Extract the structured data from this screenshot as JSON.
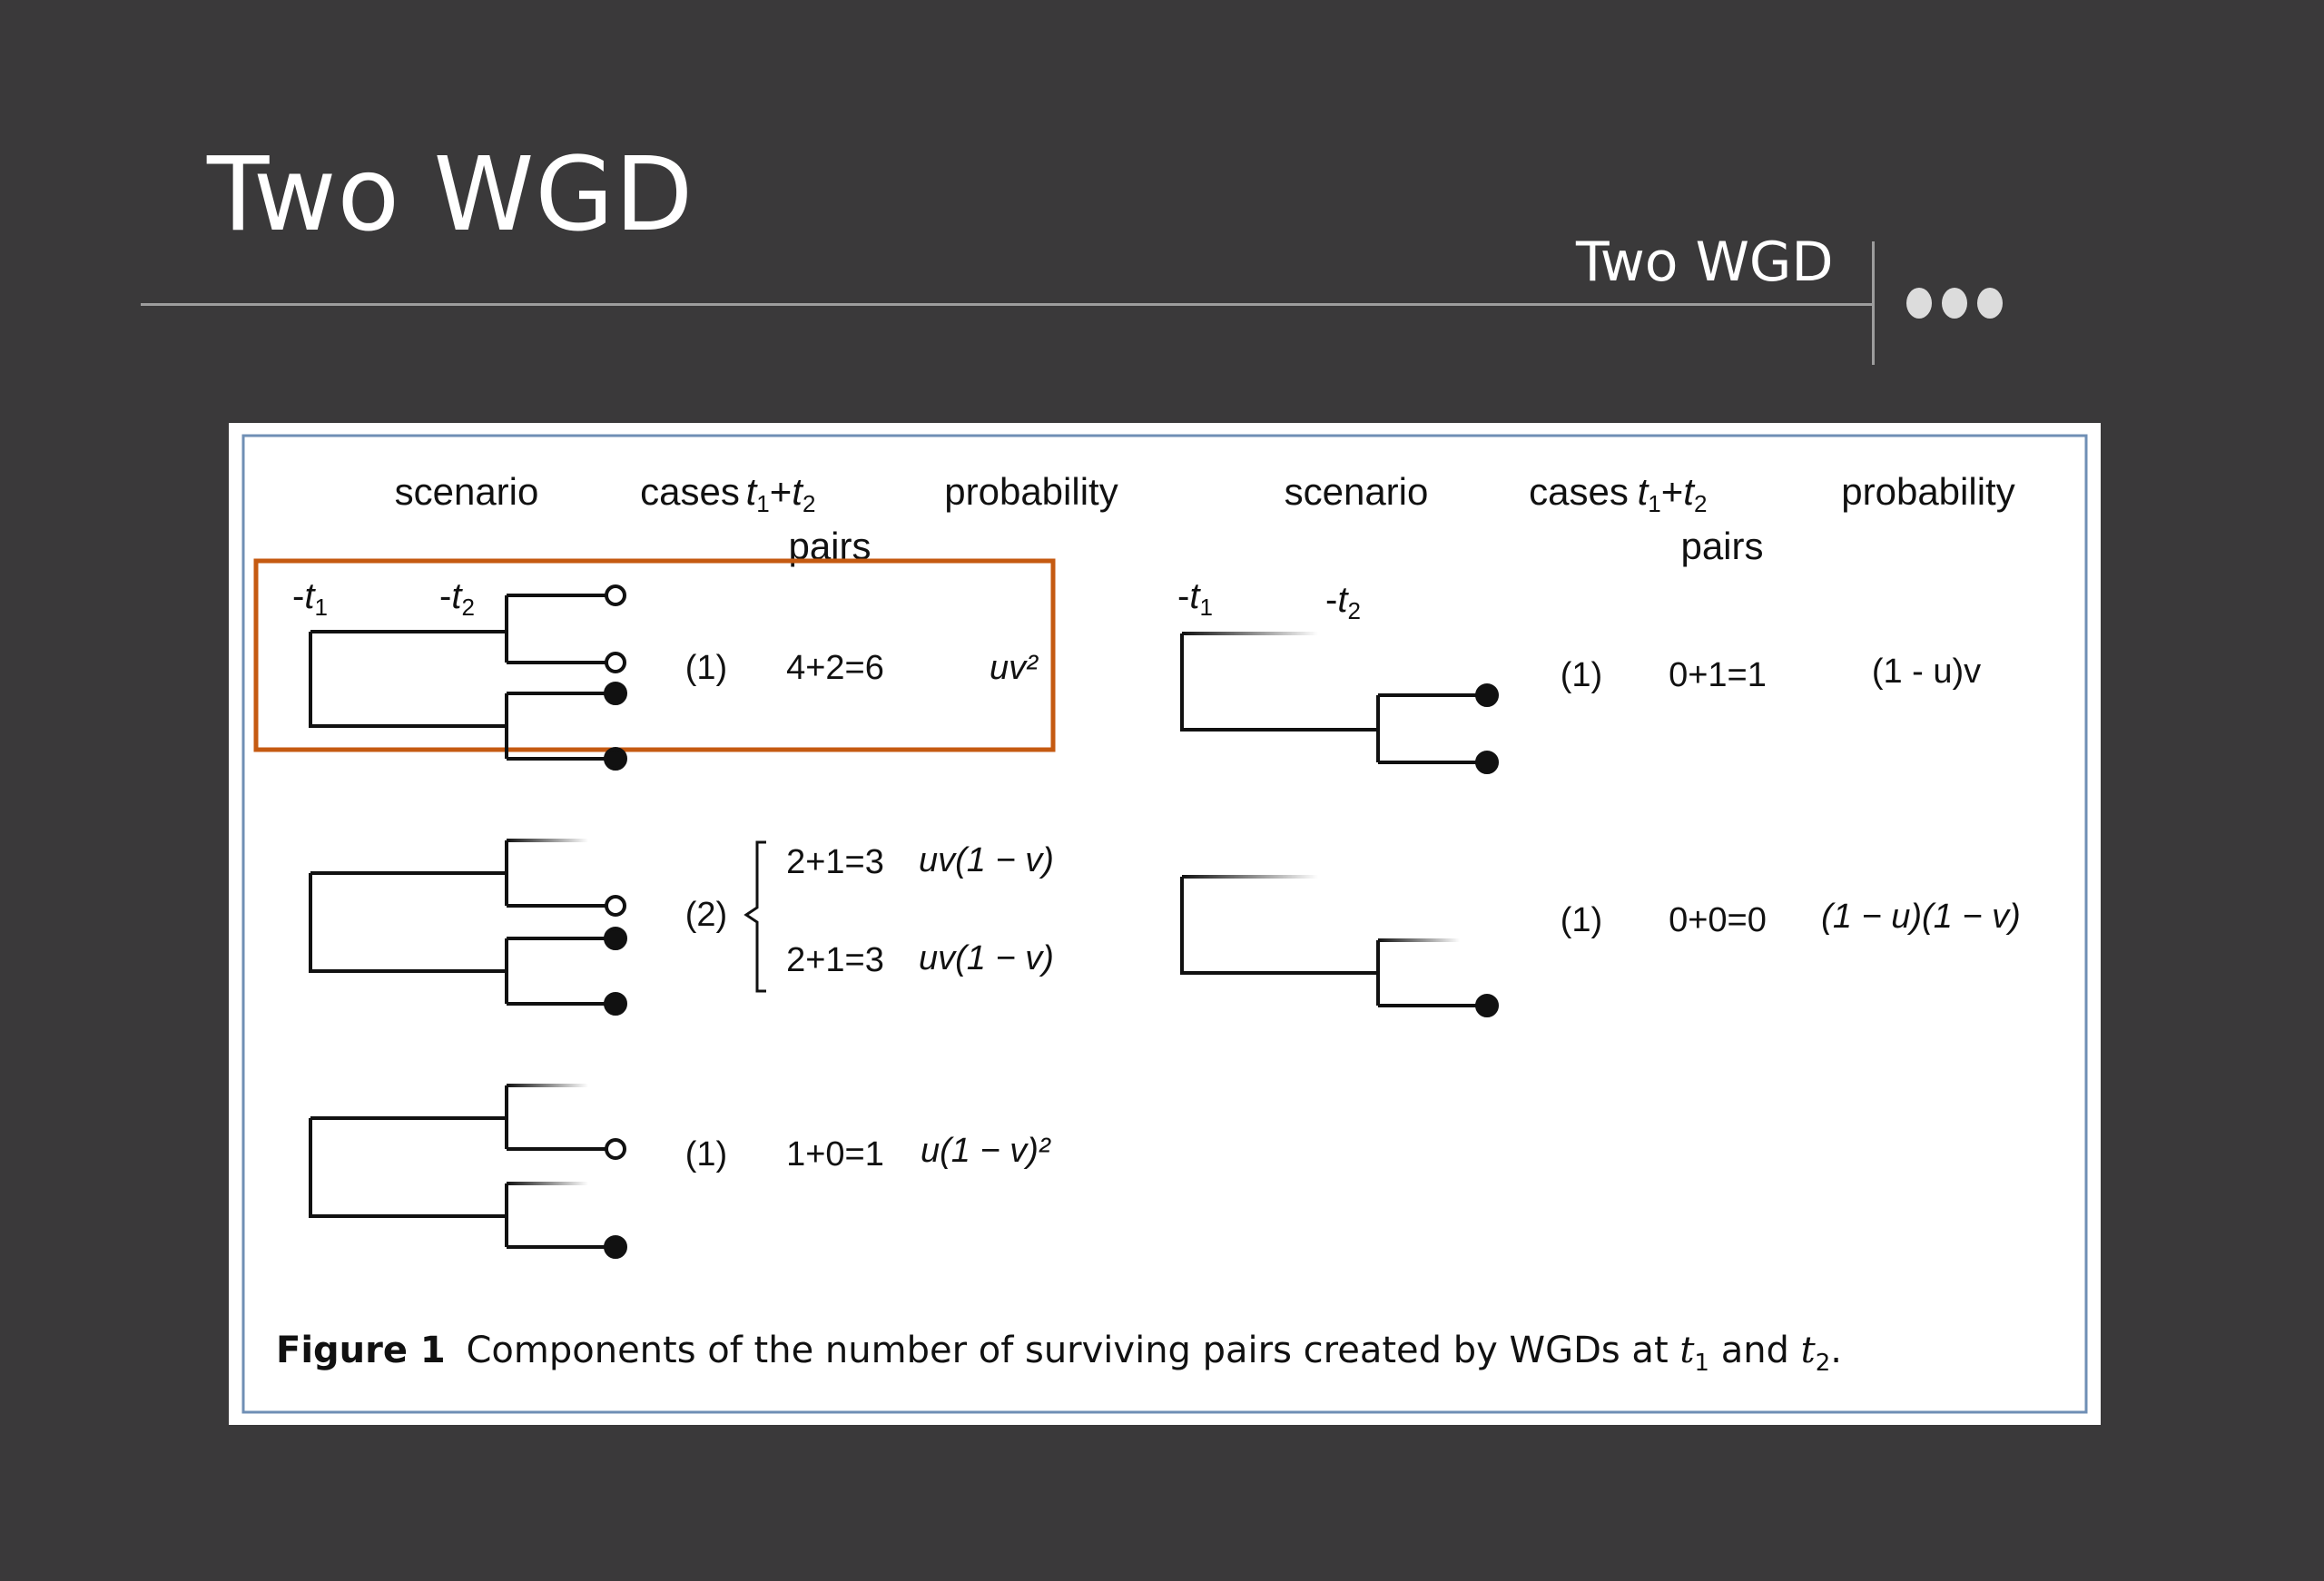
{
  "slide": {
    "title": "Two WGD",
    "header_label": "Two WGD"
  },
  "figure": {
    "headers_left": {
      "scenario": "scenario",
      "cases": "cases",
      "pairs_top": "t1+t2",
      "pairs_bottom": "pairs",
      "probability": "probability"
    },
    "headers_right": {
      "scenario": "scenario",
      "cases": "cases",
      "pairs_top": "t1+t2",
      "pairs_bottom": "pairs",
      "probability": "probability"
    },
    "time_labels": {
      "t1": "-t1",
      "t2": "-t2"
    },
    "rows_left": [
      {
        "cases": "(1)",
        "pairs": [
          "4+2=6"
        ],
        "probability": [
          "uv²"
        ]
      },
      {
        "cases": "(2)",
        "pairs": [
          "2+1=3",
          "2+1=3"
        ],
        "probability": [
          "uv(1 − v)",
          "uv(1 − v)"
        ]
      },
      {
        "cases": "(1)",
        "pairs": [
          "1+0=1"
        ],
        "probability": [
          "u(1 − v)²"
        ]
      }
    ],
    "rows_right": [
      {
        "cases": "(1)",
        "pairs": [
          "0+1=1"
        ],
        "probability": [
          "(1 - u)v"
        ]
      },
      {
        "cases": "(1)",
        "pairs": [
          "0+0=0"
        ],
        "probability": [
          "(1 − u)(1 − v)"
        ]
      }
    ],
    "caption_label": "Figure 1",
    "caption_text": "Components of the number of surviving pairs created by WGDs at",
    "caption_and": "and",
    "colors": {
      "highlight": "#c55a11",
      "frame": "#6f8fb5"
    }
  }
}
